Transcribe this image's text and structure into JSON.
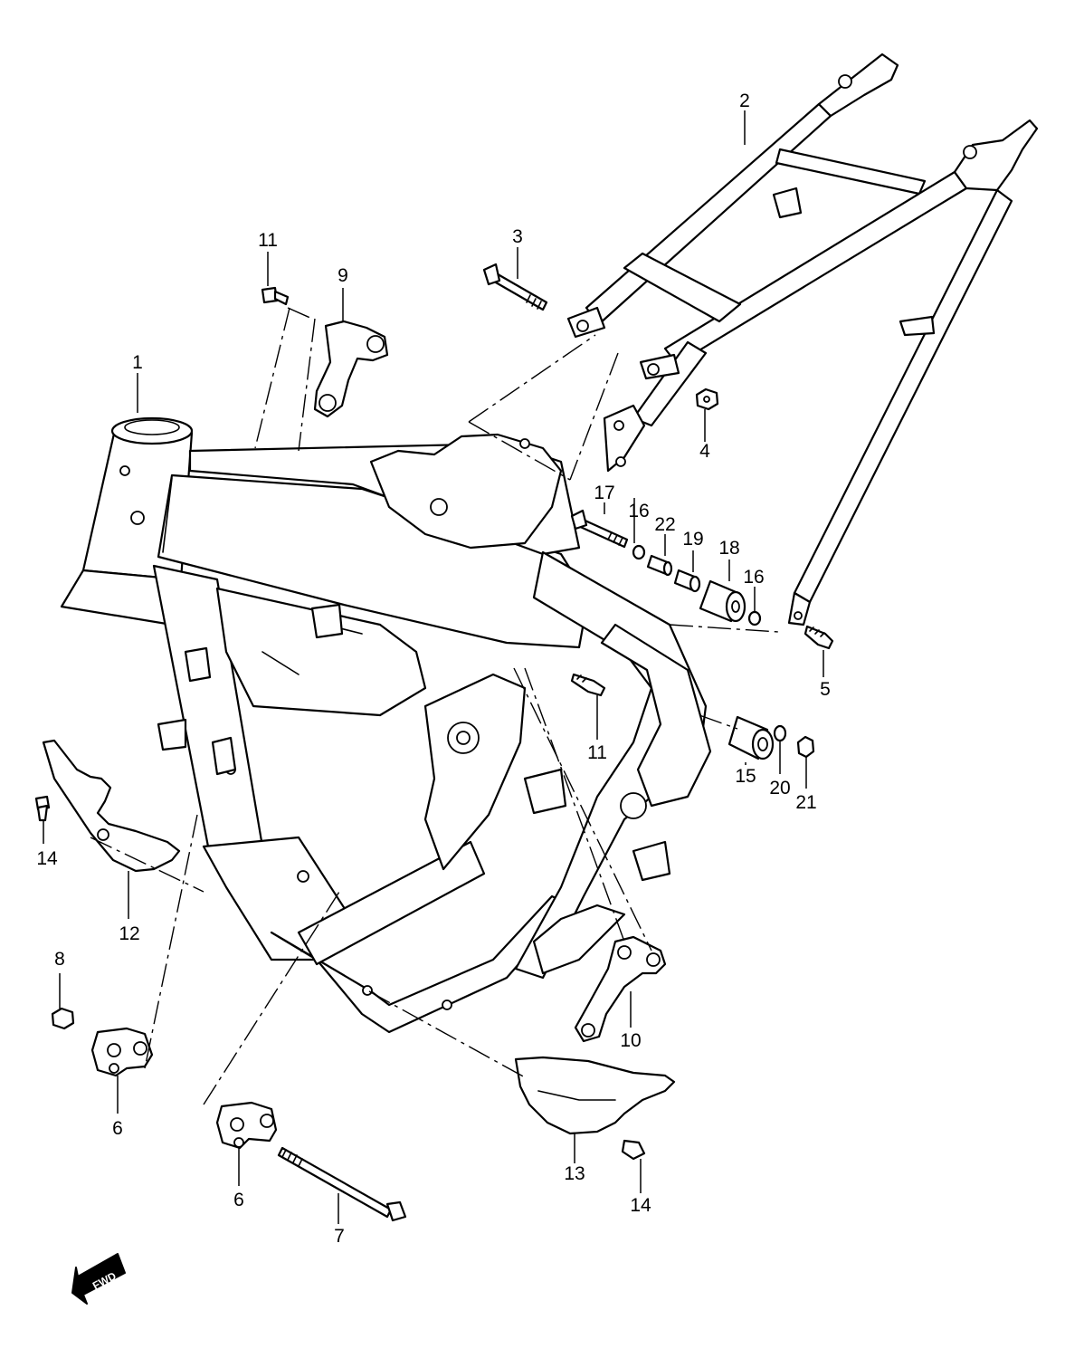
{
  "callouts": [
    {
      "id": "c1",
      "text": "1",
      "target": "main-frame"
    },
    {
      "id": "c2",
      "text": "2",
      "target": "rear-subframe"
    },
    {
      "id": "c3",
      "text": "3",
      "target": "subframe-upper-bolt"
    },
    {
      "id": "c4",
      "text": "4",
      "target": "subframe-nut"
    },
    {
      "id": "c5",
      "text": "5",
      "target": "subframe-lower-bolt"
    },
    {
      "id": "c6a",
      "text": "6",
      "target": "engine-mount-bracket-front-lower"
    },
    {
      "id": "c6b",
      "text": "6",
      "target": "engine-mount-bracket-bottom"
    },
    {
      "id": "c7",
      "text": "7",
      "target": "engine-mount-long-bolt"
    },
    {
      "id": "c8",
      "text": "8",
      "target": "engine-mount-nut"
    },
    {
      "id": "c9",
      "text": "9",
      "target": "engine-mount-upper-bracket"
    },
    {
      "id": "c10",
      "text": "10",
      "target": "engine-mount-rear-bracket"
    },
    {
      "id": "c11a",
      "text": "11",
      "target": "upper-bracket-bolt"
    },
    {
      "id": "c11b",
      "text": "11",
      "target": "rear-bracket-bolt"
    },
    {
      "id": "c12",
      "text": "12",
      "target": "left-frame-guard"
    },
    {
      "id": "c13",
      "text": "13",
      "target": "right-frame-guard"
    },
    {
      "id": "c14a",
      "text": "14",
      "target": "left-guard-screw"
    },
    {
      "id": "c14b",
      "text": "14",
      "target": "right-guard-screw"
    },
    {
      "id": "c15",
      "text": "15",
      "target": "pivot-bushing"
    },
    {
      "id": "c16a",
      "text": "16",
      "target": "washer-inner"
    },
    {
      "id": "c16b",
      "text": "16",
      "target": "washer-outer"
    },
    {
      "id": "c17",
      "text": "17",
      "target": "shock-mount-bolt"
    },
    {
      "id": "c18",
      "text": "18",
      "target": "rubber-bushing"
    },
    {
      "id": "c19",
      "text": "19",
      "target": "spacer"
    },
    {
      "id": "c20",
      "text": "20",
      "target": "pivot-washer"
    },
    {
      "id": "c21",
      "text": "21",
      "target": "pivot-nut"
    },
    {
      "id": "c22",
      "text": "22",
      "target": "collar"
    }
  ],
  "direction_badge": {
    "text": "FWD",
    "icon": "fwd-arrow-icon"
  },
  "colors": {
    "ink": "#000000",
    "paper": "#ffffff"
  }
}
